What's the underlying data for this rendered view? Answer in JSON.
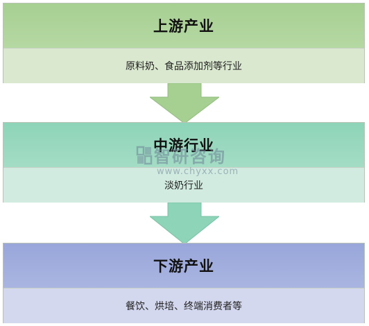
{
  "stages": [
    {
      "title": "上游产业",
      "detail": "原料奶、食品添加剂等行业"
    },
    {
      "title": "中游行业",
      "detail": "淡奶行业"
    },
    {
      "title": "下游产业",
      "detail": "餐饮、烘培、终端消费者等"
    }
  ],
  "watermark": {
    "name": "智研咨询",
    "url": "www.chyxx.com"
  },
  "colors": {
    "upstream": "#a6cf92",
    "midstream": "#8dd4b8",
    "downstream": "#98a6da",
    "arrow1": "#a6cf92",
    "arrow2": "#8dd4b8"
  }
}
